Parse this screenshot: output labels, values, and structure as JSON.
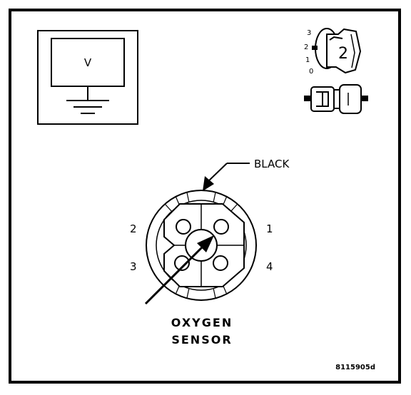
{
  "meter": {
    "label": "V"
  },
  "switch_positions": [
    "3",
    "2",
    "1",
    "0"
  ],
  "switch_value": "2",
  "wire_color": "BLACK",
  "pins": {
    "p1": "1",
    "p2": "2",
    "p3": "3",
    "p4": "4"
  },
  "connector_title": [
    "OXYGEN",
    "SENSOR"
  ],
  "figure_code": "8115905d"
}
